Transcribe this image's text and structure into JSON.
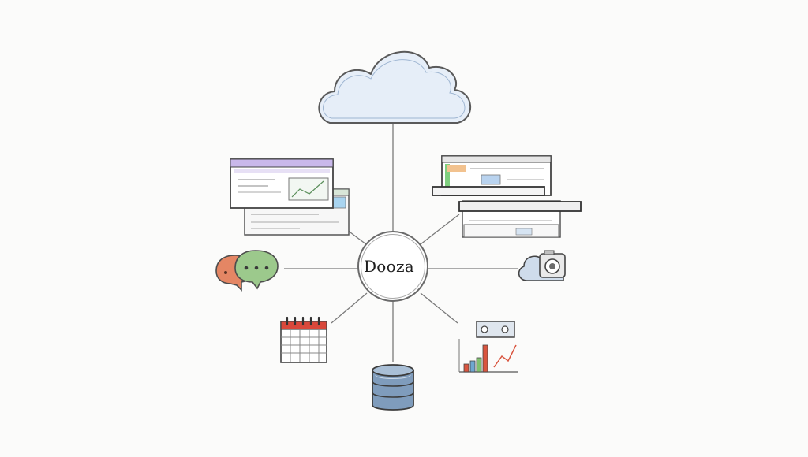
{
  "hub": {
    "label": "Dooza",
    "icon": "hub-circle"
  },
  "nodes": [
    {
      "id": "cloud",
      "icon": "cloud-icon"
    },
    {
      "id": "web-app-left",
      "icon": "browser-windows-icon"
    },
    {
      "id": "web-app-right",
      "icon": "browser-windows-icon"
    },
    {
      "id": "chat",
      "icon": "chat-bubbles-icon"
    },
    {
      "id": "cloud-camera",
      "icon": "cloud-camera-icon"
    },
    {
      "id": "calendar",
      "icon": "calendar-icon"
    },
    {
      "id": "analytics",
      "icon": "bar-chart-icon"
    },
    {
      "id": "database",
      "icon": "database-icon"
    }
  ],
  "colors": {
    "line": "#6f6f6f",
    "cloud_fill": "#e9f0f8",
    "calendar_red": "#d9483b",
    "chat_orange": "#e0734f",
    "chat_green": "#8bc27e",
    "db_blue": "#7f9cbc",
    "window_purple": "#a98fd6",
    "window_green": "#8fd08a"
  }
}
